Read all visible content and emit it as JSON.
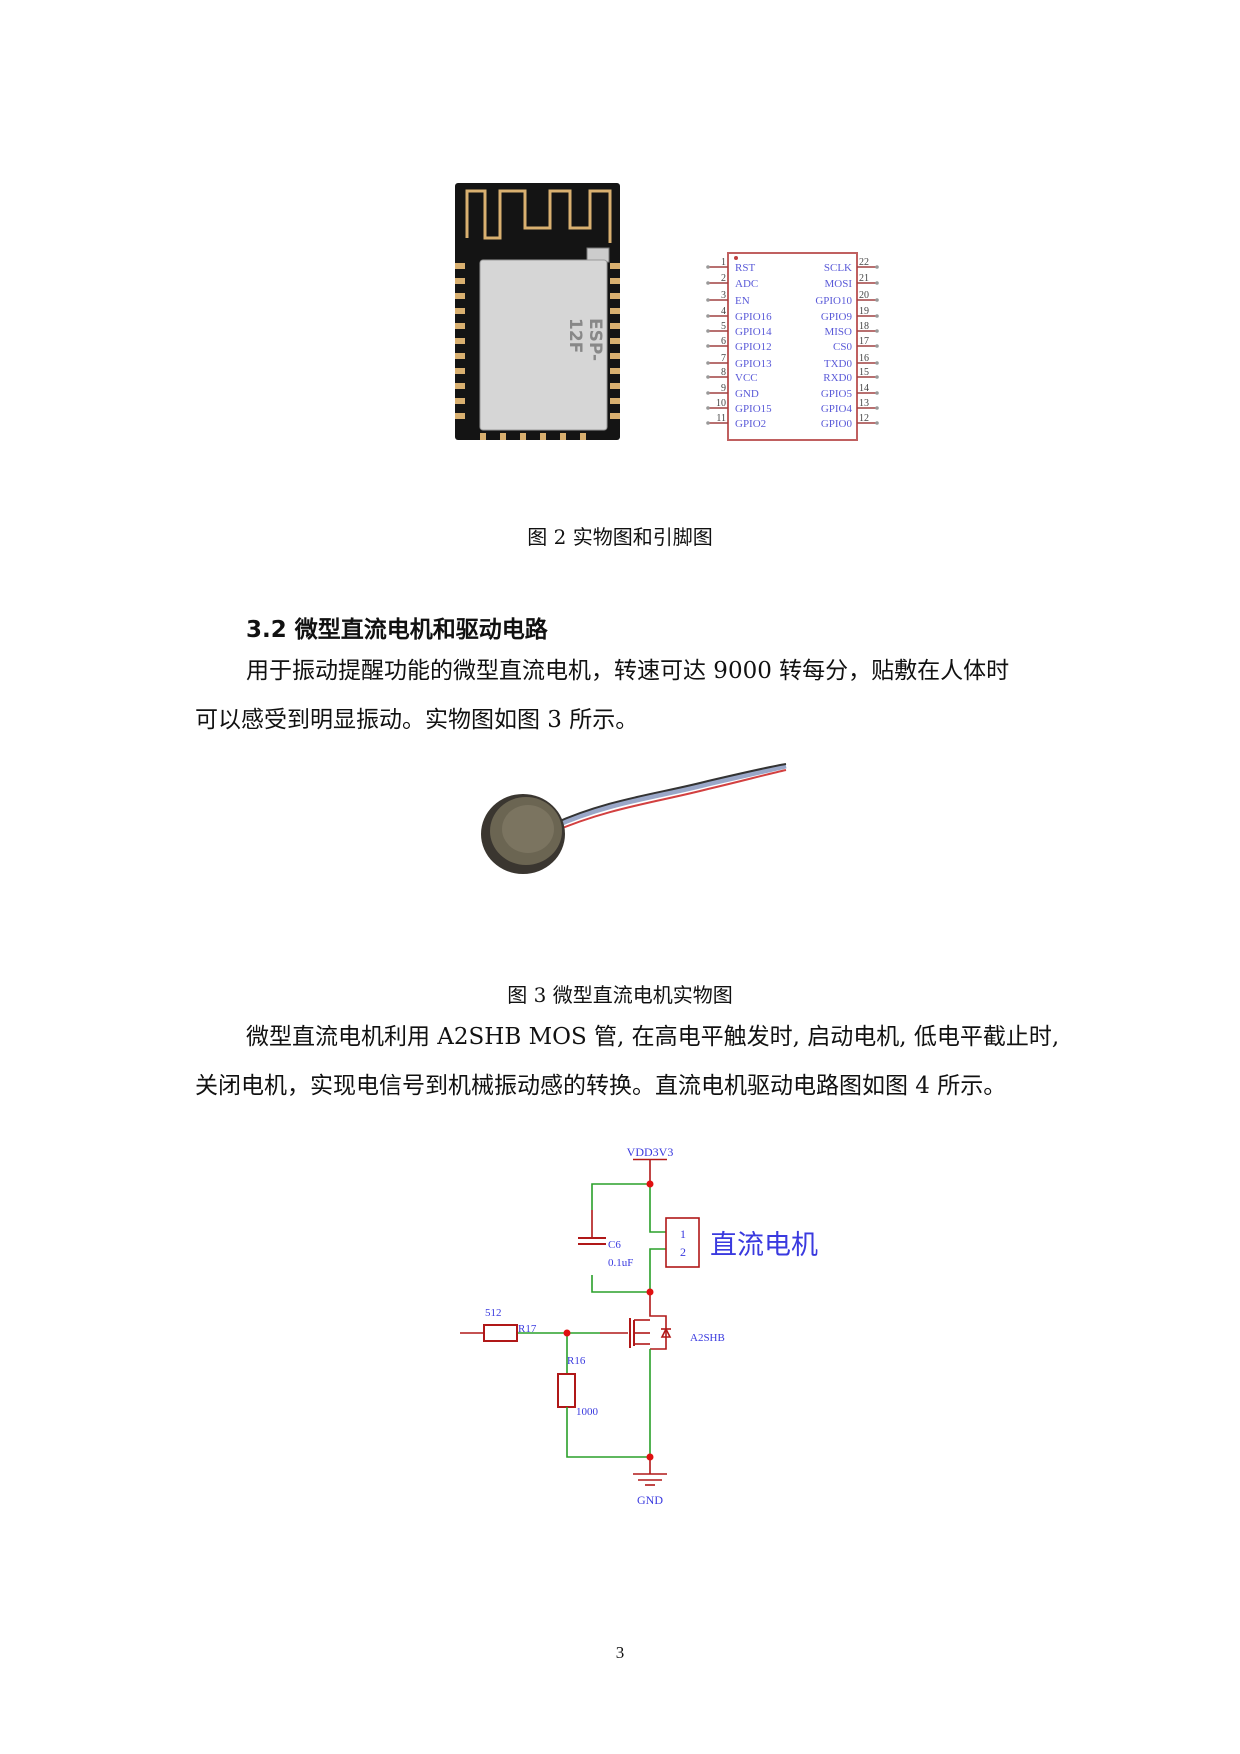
{
  "figure2": {
    "module_marking": "ESP-12F",
    "pinout": {
      "left_pins": [
        {
          "num": "1",
          "name": "RST"
        },
        {
          "num": "2",
          "name": "ADC"
        },
        {
          "num": "3",
          "name": "EN"
        },
        {
          "num": "4",
          "name": "GPIO16"
        },
        {
          "num": "5",
          "name": "GPIO14"
        },
        {
          "num": "6",
          "name": "GPIO12"
        },
        {
          "num": "7",
          "name": "GPIO13"
        },
        {
          "num": "8",
          "name": "VCC"
        },
        {
          "num": "9",
          "name": "GND"
        },
        {
          "num": "10",
          "name": "GPIO15"
        },
        {
          "num": "11",
          "name": "GPIO2"
        }
      ],
      "right_pins": [
        {
          "num": "22",
          "name": "SCLK"
        },
        {
          "num": "21",
          "name": "MOSI"
        },
        {
          "num": "20",
          "name": "GPIO10"
        },
        {
          "num": "19",
          "name": "GPIO9"
        },
        {
          "num": "18",
          "name": "MISO"
        },
        {
          "num": "17",
          "name": "CS0"
        },
        {
          "num": "16",
          "name": "TXD0"
        },
        {
          "num": "15",
          "name": "RXD0"
        },
        {
          "num": "14",
          "name": "GPIO5"
        },
        {
          "num": "13",
          "name": "GPIO4"
        },
        {
          "num": "12",
          "name": "GPIO0"
        }
      ]
    },
    "caption": "图 2 实物图和引脚图"
  },
  "section": {
    "heading": "3.2 微型直流电机和驱动电路",
    "para1_line1": "用于振动提醒功能的微型直流电机，转速可达 9000 转每分，贴敷在人体时",
    "para1_line2": "可以感受到明显振动。实物图如图 3 所示。"
  },
  "figure3": {
    "caption": "图 3 微型直流电机实物图"
  },
  "para2": {
    "line1": "微型直流电机利用 A2SHB MOS 管, 在高电平触发时, 启动电机, 低电平截止时,",
    "line2": "关闭电机，实现电信号到机械振动感的转换。直流电机驱动电路图如图 4 所示。"
  },
  "circuit": {
    "vdd": "VDD3V3",
    "gnd": "GND",
    "c6_name": "C6",
    "c6_value": "0.1uF",
    "r17_name": "R17",
    "r17_value": "512",
    "r16_name": "R16",
    "r16_value": "1000",
    "mosfet": "A2SHB",
    "motor_pin1": "1",
    "motor_pin2": "2",
    "motor_label": "直流电机",
    "colors": {
      "wire": "#2aa02a",
      "component": "#b01818",
      "label": "#3a3adf",
      "junction": "#e01010"
    }
  },
  "page_number": "3"
}
